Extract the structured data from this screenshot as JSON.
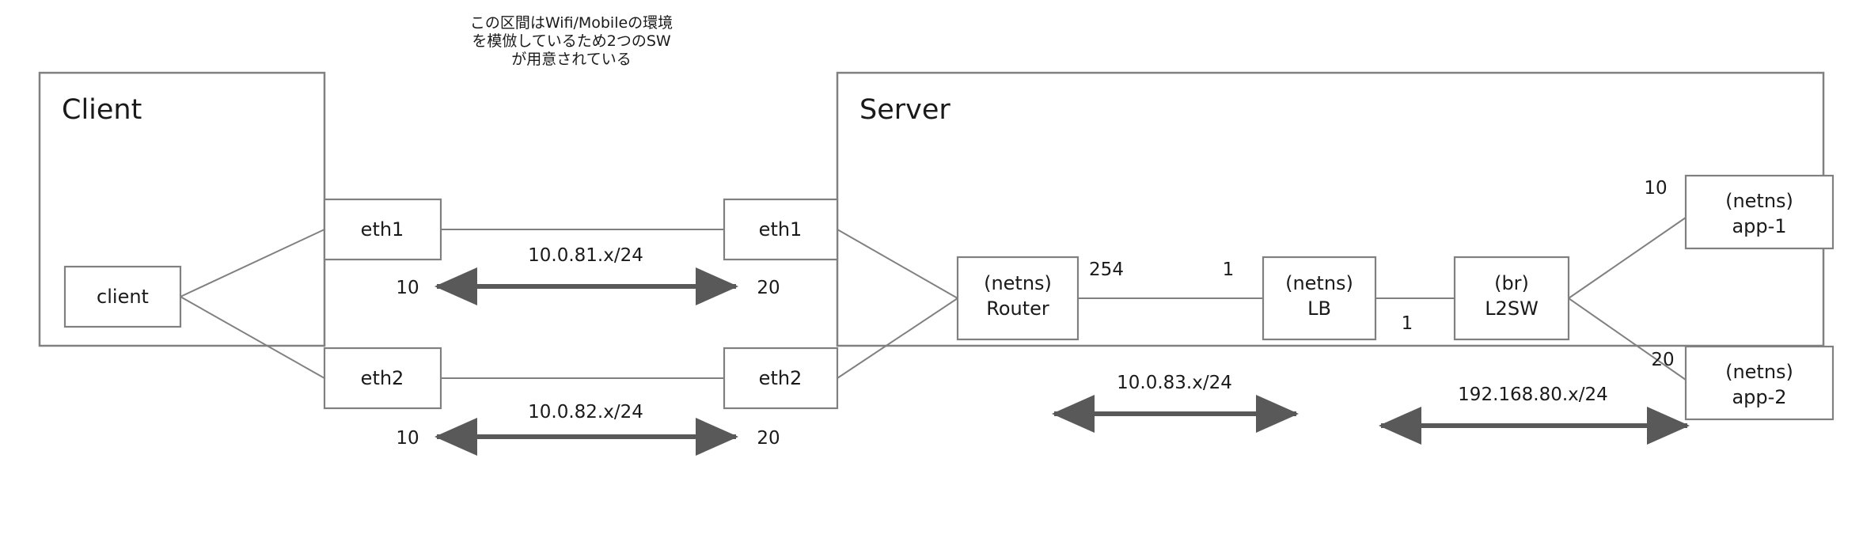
{
  "diagram": {
    "note": {
      "lines": [
        "この区間はWifi/Mobileの環境",
        "を模倣しているため2つのSW",
        "が用意されている"
      ]
    },
    "containers": [
      {
        "id": "client",
        "title": "Client"
      },
      {
        "id": "server",
        "title": "Server"
      }
    ],
    "nodes": {
      "client": {
        "label": "client"
      },
      "client_eth1": {
        "label": "eth1"
      },
      "client_eth2": {
        "label": "eth2"
      },
      "server_eth1": {
        "label": "eth1"
      },
      "server_eth2": {
        "label": "eth2"
      },
      "router": {
        "line1": "(netns)",
        "line2": "Router"
      },
      "lb": {
        "line1": "(netns)",
        "line2": "LB"
      },
      "l2sw": {
        "line1": "(br)",
        "line2": "L2SW"
      },
      "app1": {
        "line1": "(netns)",
        "line2": "app-1"
      },
      "app2": {
        "line1": "(netns)",
        "line2": "app-2"
      }
    },
    "subnets": [
      {
        "id": "net-10-0-81",
        "label": "10.0.81.x/24",
        "left_host": "10",
        "right_host": "20"
      },
      {
        "id": "net-10-0-82",
        "label": "10.0.82.x/24",
        "left_host": "10",
        "right_host": "20"
      },
      {
        "id": "net-10-0-83",
        "label": "10.0.83.x/24"
      },
      {
        "id": "net-192-168-80",
        "label": "192.168.80.x/24"
      }
    ],
    "interface_addresses": {
      "router_to_lb": "254",
      "lb_to_router": "1",
      "lb_to_l2sw": "1",
      "app1_host": "10",
      "app2_host": "20"
    },
    "colors": {
      "stroke": "#808080",
      "arrow": "#595959",
      "text": "#1a1a1a",
      "background": "#ffffff"
    }
  }
}
